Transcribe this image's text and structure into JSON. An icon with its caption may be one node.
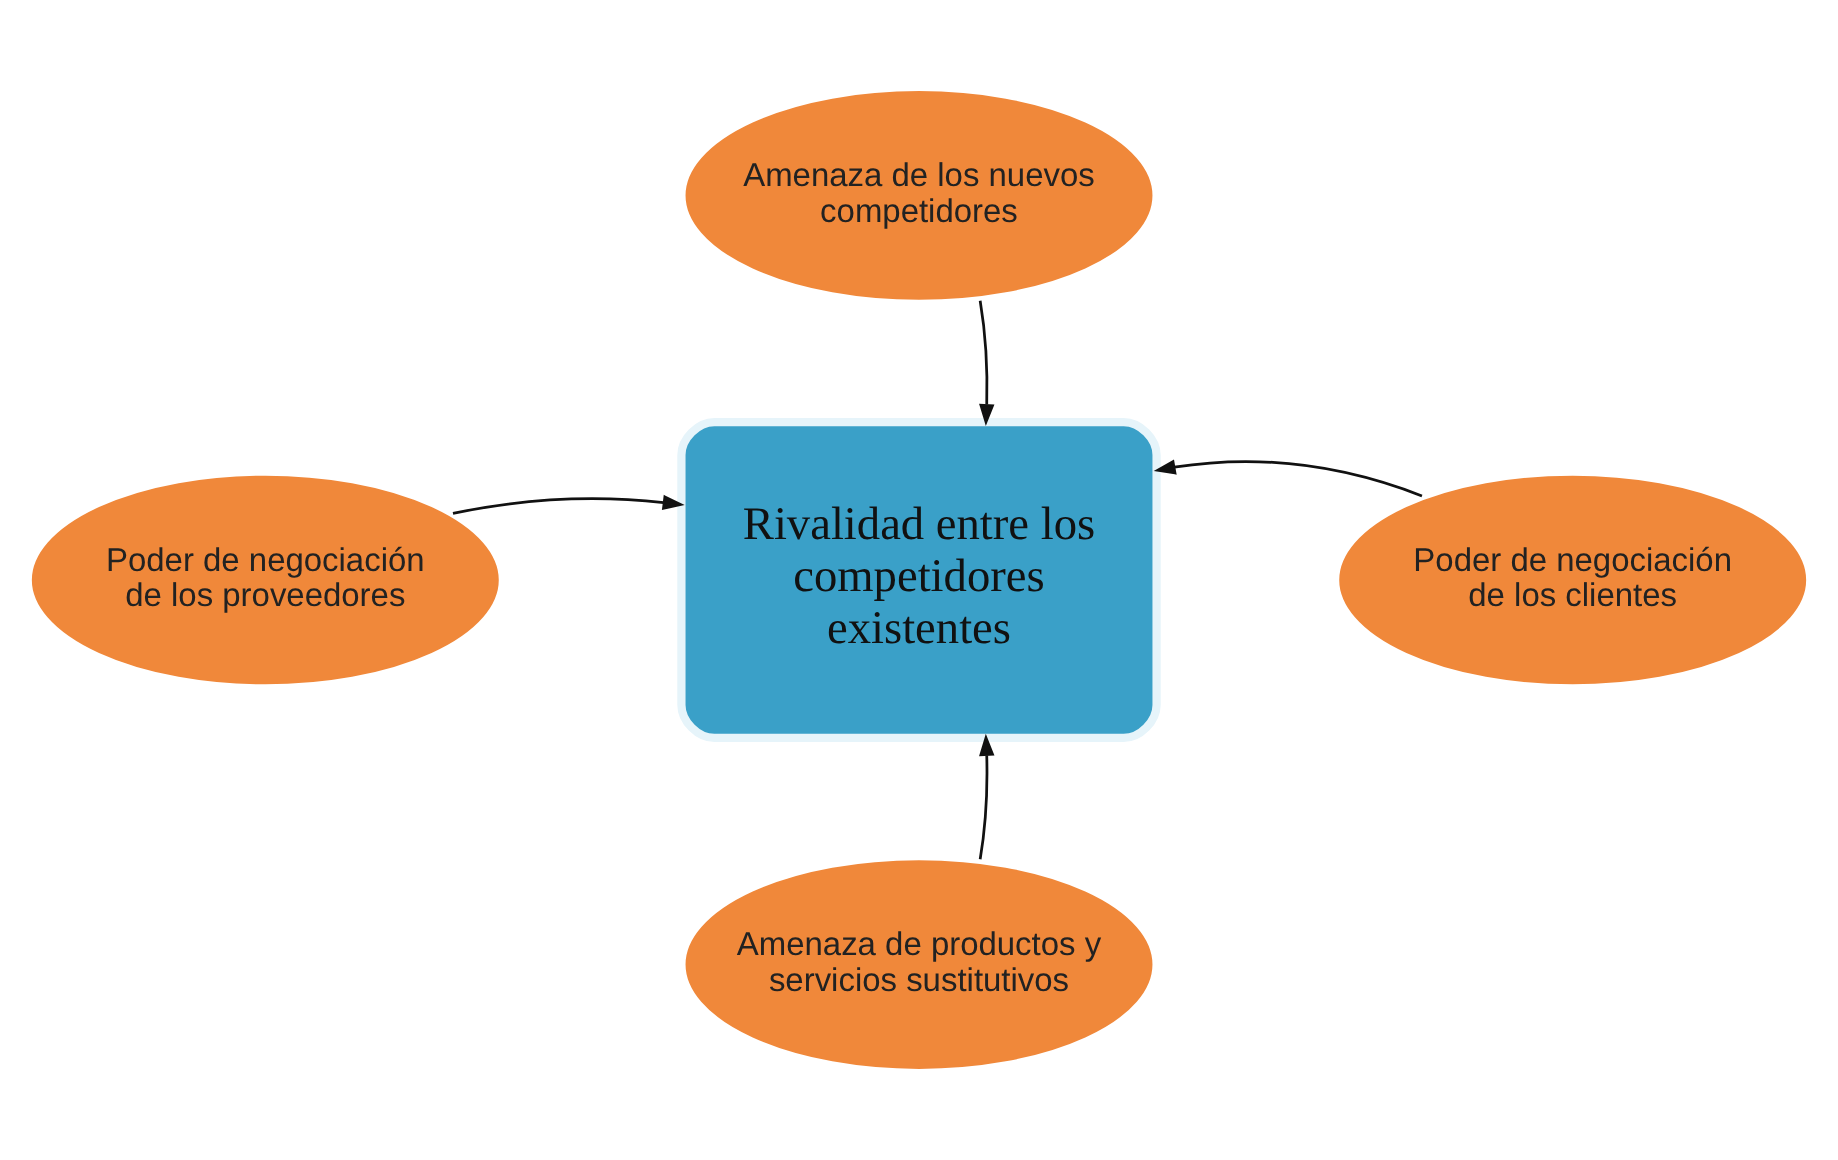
{
  "diagram": {
    "nodes": [
      {
        "text": [
          "Amenaza de los nuevos competidores"
        ]
      },
      {
        "text": [
          "Poder de negociación de los proveedores"
        ]
      },
      {
        "text": [
          "Rivalidad entre los competidores existentes"
        ]
      },
      {
        "text": [
          "Poder de negociación de los clientes"
        ]
      },
      {
        "text": [
          "Amenaza de productos y servicios sustitutivos"
        ]
      }
    ],
    "edges": [
      {
        "from": 0,
        "to": 2,
        "arrow": "to"
      },
      {
        "from": 1,
        "to": 2,
        "arrow": "to"
      },
      {
        "from": 3,
        "to": 2,
        "arrow": "to"
      },
      {
        "from": 4,
        "to": 2,
        "arrow": "to"
      }
    ]
  }
}
